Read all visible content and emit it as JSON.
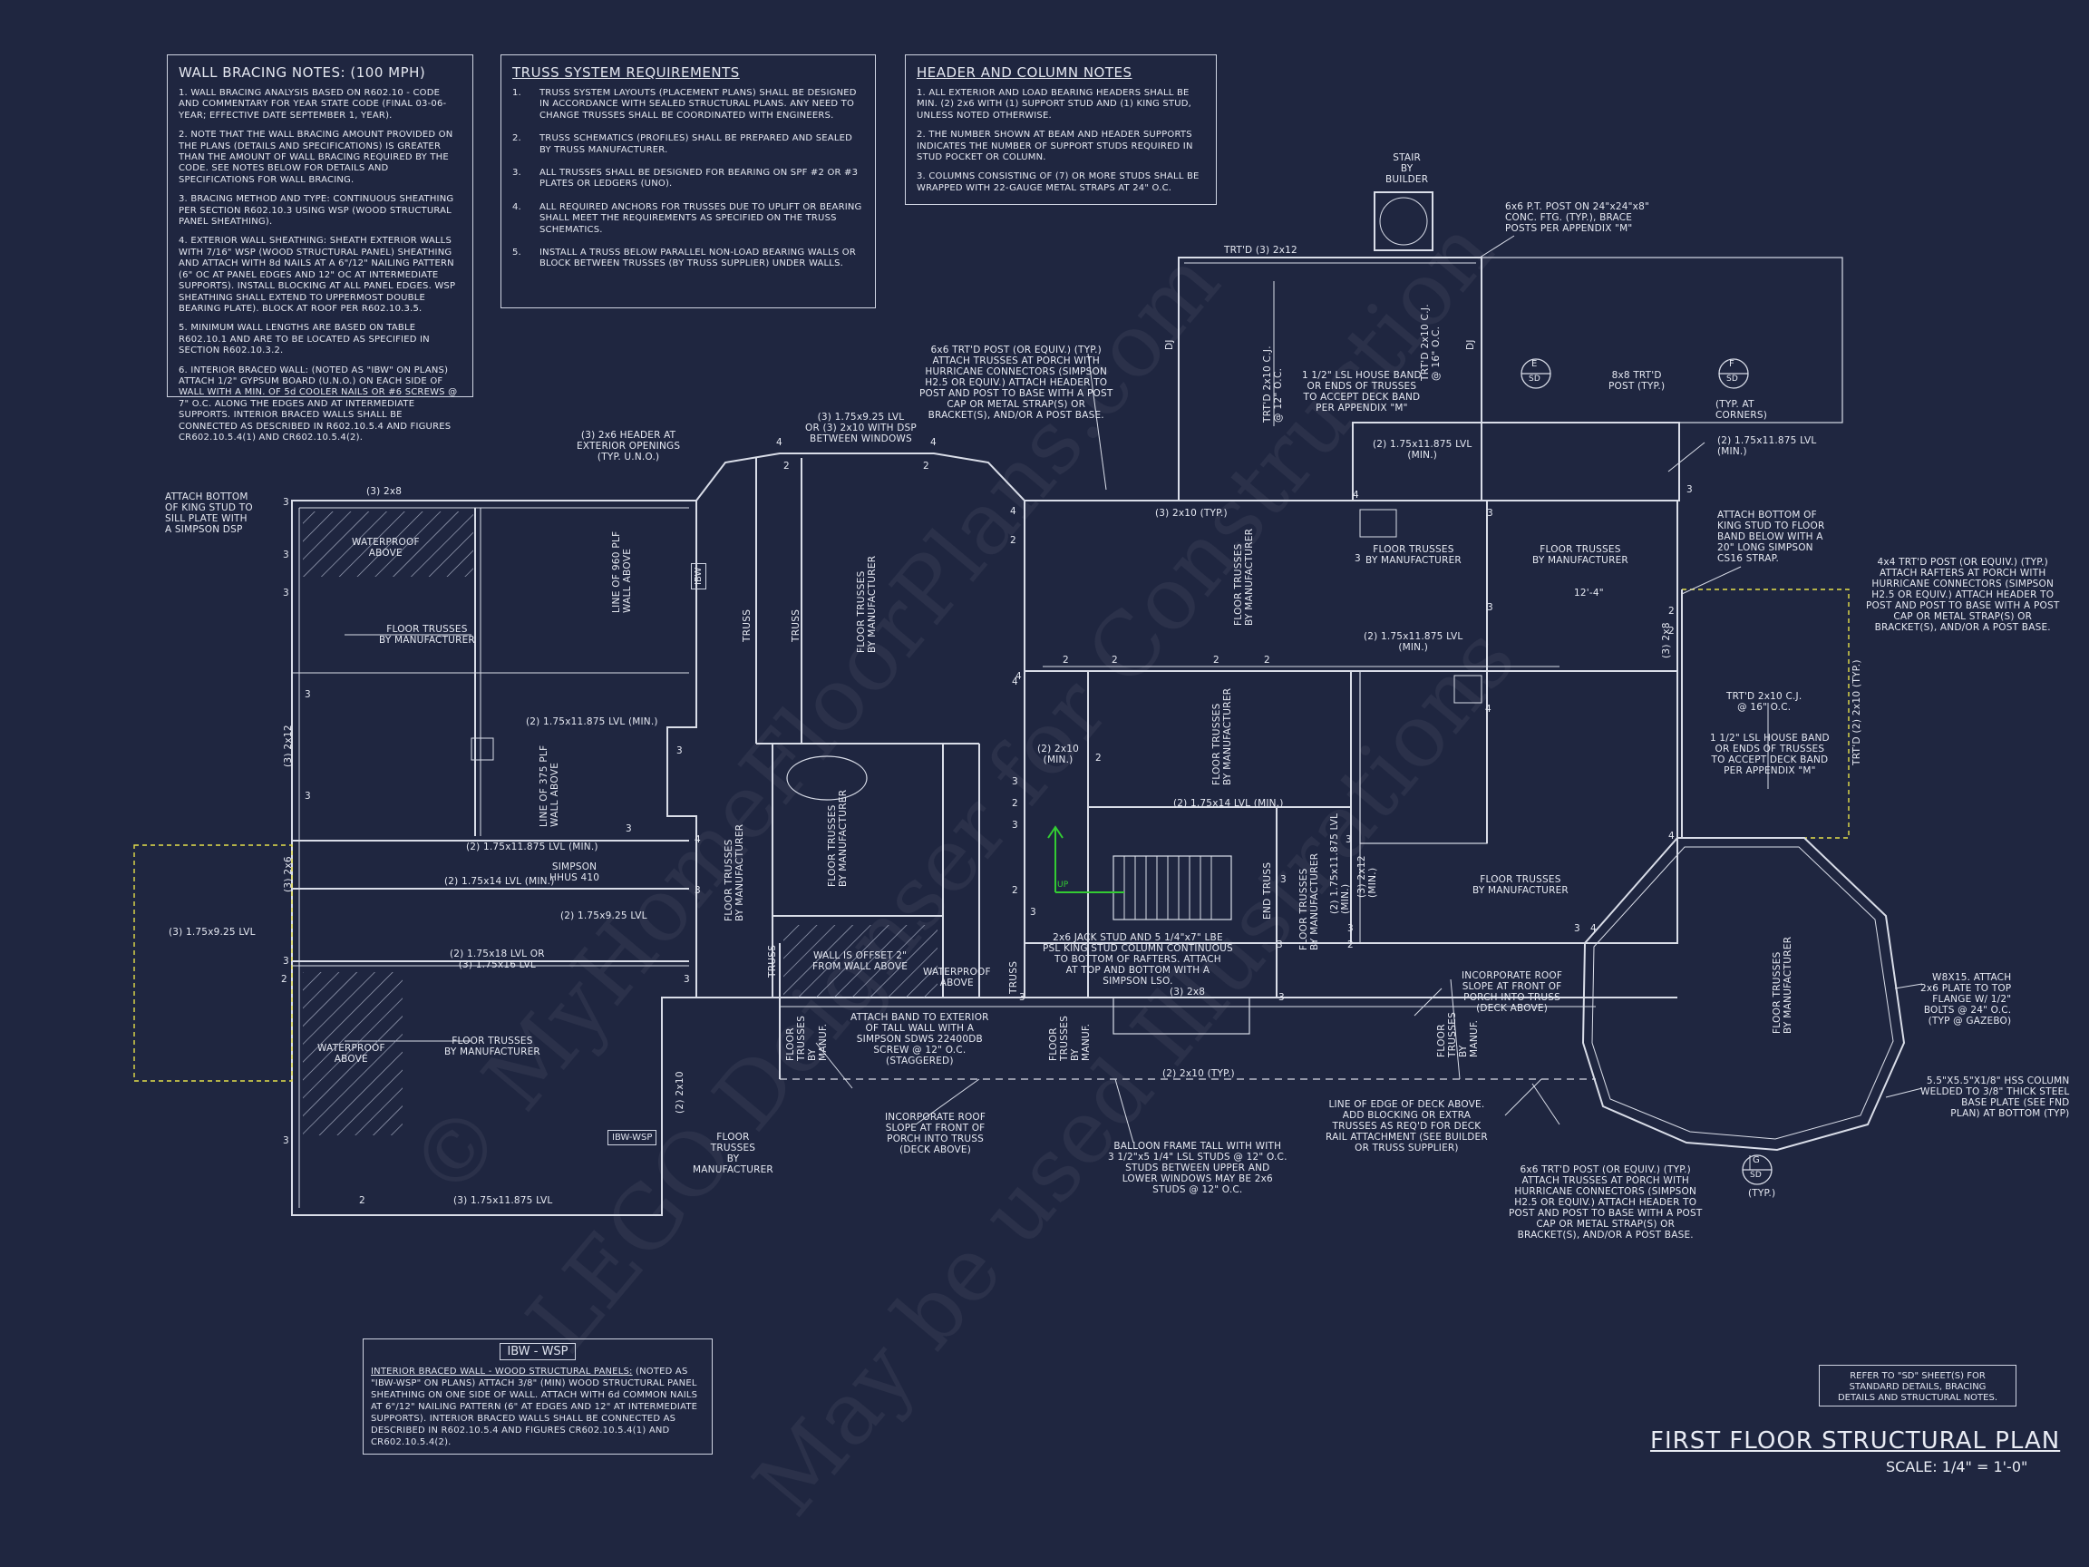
{
  "watermark": {
    "line1": "© MyHomeFloorPlans.com",
    "line2": "LEGO Deignser for Construction",
    "line3": "May be used Illustrations"
  },
  "notes": {
    "wall_bracing": {
      "title": "WALL BRACING NOTES: (100 MPH)",
      "items": [
        "1. WALL BRACING ANALYSIS BASED ON R602.10 - CODE AND COMMENTARY FOR YEAR STATE CODE (FINAL 03-06-YEAR; EFFECTIVE DATE SEPTEMBER 1, YEAR).",
        "2. NOTE THAT THE WALL BRACING AMOUNT PROVIDED ON THE PLANS (DETAILS AND SPECIFICATIONS) IS GREATER THAN THE AMOUNT OF WALL BRACING REQUIRED BY THE CODE. SEE NOTES BELOW FOR DETAILS AND SPECIFICATIONS FOR WALL BRACING.",
        "3. BRACING METHOD AND TYPE: CONTINUOUS SHEATHING PER SECTION R602.10.3 USING WSP (WOOD STRUCTURAL PANEL SHEATHING).",
        "4. EXTERIOR WALL SHEATHING: SHEATH EXTERIOR WALLS WITH 7/16\" WSP (WOOD STRUCTURAL PANEL) SHEATHING AND ATTACH WITH 8d NAILS AT A 6\"/12\" NAILING PATTERN (6\" OC AT PANEL EDGES AND 12\" OC AT INTERMEDIATE SUPPORTS). INSTALL BLOCKING AT ALL PANEL EDGES. WSP SHEATHING SHALL EXTEND TO UPPERMOST DOUBLE BEARING PLATE). BLOCK AT ROOF PER R602.10.3.5.",
        "5. MINIMUM WALL LENGTHS ARE BASED ON TABLE R602.10.1 AND ARE TO BE LOCATED AS SPECIFIED IN SECTION R602.10.3.2.",
        "6. INTERIOR BRACED WALL: (NOTED AS \"IBW\" ON PLANS) ATTACH 1/2\" GYPSUM BOARD (U.N.O.) ON EACH SIDE OF WALL WITH A MIN. OF 5d COOLER NAILS OR #6 SCREWS @ 7\" O.C. ALONG THE EDGES AND AT INTERMEDIATE SUPPORTS. INTERIOR BRACED WALLS SHALL BE CONNECTED AS DESCRIBED IN R602.10.5.4 AND FIGURES CR602.10.5.4(1) AND CR602.10.5.4(2)."
      ]
    },
    "truss": {
      "title": "TRUSS SYSTEM REQUIREMENTS",
      "items": [
        {
          "n": "1.",
          "t": "TRUSS SYSTEM LAYOUTS (PLACEMENT PLANS) SHALL BE DESIGNED IN ACCORDANCE WITH SEALED STRUCTURAL PLANS. ANY NEED TO CHANGE TRUSSES SHALL BE COORDINATED WITH ENGINEERS."
        },
        {
          "n": "2.",
          "t": "TRUSS SCHEMATICS (PROFILES) SHALL BE PREPARED AND SEALED BY TRUSS MANUFACTURER."
        },
        {
          "n": "3.",
          "t": "ALL TRUSSES SHALL BE DESIGNED FOR BEARING ON SPF #2 OR #3 PLATES OR LEDGERS (UNO)."
        },
        {
          "n": "4.",
          "t": "ALL REQUIRED ANCHORS FOR TRUSSES DUE TO UPLIFT OR BEARING SHALL MEET THE REQUIREMENTS AS SPECIFIED ON THE TRUSS SCHEMATICS."
        },
        {
          "n": "5.",
          "t": "INSTALL A TRUSS BELOW PARALLEL NON-LOAD BEARING WALLS OR BLOCK BETWEEN TRUSSES (BY TRUSS SUPPLIER) UNDER WALLS."
        }
      ]
    },
    "header": {
      "title": "HEADER AND COLUMN NOTES",
      "items": [
        "1. ALL EXTERIOR AND LOAD BEARING HEADERS SHALL BE MIN. (2) 2x6 WITH (1) SUPPORT STUD AND (1) KING STUD, UNLESS NOTED OTHERWISE.",
        "2. THE NUMBER SHOWN AT BEAM AND HEADER SUPPORTS INDICATES THE NUMBER OF SUPPORT STUDS REQUIRED IN STUD POCKET OR COLUMN.",
        "3. COLUMNS CONSISTING OF (7) OR MORE STUDS SHALL BE WRAPPED WITH 22-GAUGE METAL STRAPS AT 24\" O.C."
      ]
    },
    "ibw": {
      "tag": "IBW - WSP",
      "lead": "INTERIOR BRACED WALL - WOOD STRUCTURAL PANELS:",
      "body": " (NOTED AS \"IBW-WSP\" ON PLANS) ATTACH 3/8\" (MIN) WOOD STRUCTURAL PANEL SHEATHING ON ONE SIDE OF WALL. ATTACH WITH 6d COMMON NAILS AT 6\"/12\" NAILING PATTERN (6\" AT EDGES AND 12\" AT INTERMEDIATE SUPPORTS). INTERIOR BRACED WALLS SHALL BE CONNECTED AS DESCRIBED IN R602.10.5.4 AND FIGURES CR602.10.5.4(1) AND CR602.10.5.4(2)."
    },
    "reference": "REFER TO \"SD\" SHEET(S) FOR\nSTANDARD DETAILS, BRACING\nDETAILS AND STRUCTURAL NOTES."
  },
  "title_block": {
    "title": "FIRST FLOOR STRUCTURAL PLAN",
    "scale": "SCALE: 1/4\" = 1'-0\""
  },
  "callouts": {
    "attach_bottom_left": "ATTACH BOTTOM\nOF KING STUD TO\nSILL PLATE WITH\nA SIMPSON DSP",
    "header_ext": "(3) 2x6 HEADER AT\nEXTERIOR OPENINGS\n(TYP. U.N.O.)",
    "lvl_top_center": "(3) 1.75x9.25 LVL\nOR (3) 2x10 WITH DSP\nBETWEEN WINDOWS",
    "post_6x6_top": "6x6 TRT'D POST (OR EQUIV.) (TYP.)\nATTACH TRUSSES AT PORCH WITH\nHURRICANE CONNECTORS (SIMPSON\nH2.5 OR EQUIV.) ATTACH HEADER TO\nPOST AND POST TO BASE WITH A POST\nCAP OR METAL STRAP(S) OR\nBRACKET(S), AND/OR A POST BASE.",
    "stair_builder": "STAIR\nBY\nBUILDER",
    "pt_post": "6x6 P.T. POST ON 24\"x24\"x8\"\nCONC. FTG. (TYP.), BRACE\nPOSTS PER APPENDIX \"M\"",
    "trtd_3_2x12": "TRT'D (3) 2x12",
    "lsl_band_top": "1 1/2\" LSL HOUSE BAND\nOR ENDS OF TRUSSES\nTO ACCEPT DECK BAND\nPER APPENDIX \"M\"",
    "post_8x8": "8x8 TRT'D\nPOST (TYP.)",
    "typ_corners": "(TYP. AT\nCORNERS)",
    "lvl_2_175_right": "(2) 1.75x11.875 LVL\n(MIN.)",
    "attach_bottom_right": "ATTACH BOTTOM OF\nKING STUD TO FLOOR\nBAND BELOW WITH A\n20\" LONG SIMPSON\nCS16 STRAP.",
    "post_4x4": "4x4 TRT'D POST (OR EQUIV.) (TYP.)\nATTACH RAFTERS AT PORCH WITH\nHURRICANE CONNECTORS (SIMPSON\nH2.5 OR EQUIV.) ATTACH HEADER TO\nPOST AND POST TO BASE WITH A POST\nCAP OR METAL STRAP(S) OR\nBRACKET(S), AND/OR A POST BASE.",
    "trtd_2x10_cj": "TRT'D 2x10 C.J.\n@ 16\" O.C.",
    "lsl_band_right": "1 1/2\" LSL HOUSE BAND\nOR ENDS OF TRUSSES\nTO ACCEPT DECK BAND\nPER APPENDIX \"M\"",
    "w8x15": "W8X15. ATTACH\n2x6 PLATE TO TOP\nFLANGE W/ 1/2\"\nBOLTS @ 24\" O.C.\n(TYP @ GAZEBO)",
    "hss_column": "5.5\"X5.5\"X1/8\" HSS COLUMN\nWELDED TO 3/8\" THICK STEEL\nBASE PLATE (SEE FND\nPLAN) AT BOTTOM (TYP)",
    "post_6x6_bottom": "6x6 TRT'D POST (OR EQUIV.) (TYP.)\nATTACH TRUSSES AT PORCH WITH\nHURRICANE CONNECTORS (SIMPSON\nH2.5 OR EQUIV.) ATTACH HEADER TO\nPOST AND POST TO BASE WITH A POST\nCAP OR METAL STRAP(S) OR\nBRACKET(S), AND/OR A POST BASE.",
    "line_deck": "LINE OF EDGE OF DECK ABOVE.\nADD BLOCKING OR EXTRA\nTRUSSES AS REQ'D FOR DECK\nRAIL ATTACHMENT (SEE BUILDER\nOR TRUSS SUPPLIER)",
    "incorporate_right": "INCORPORATE ROOF\nSLOPE AT FRONT OF\nPORCH INTO TRUSS\n(DECK ABOVE)",
    "balloon": "BALLOON FRAME TALL WITH WITH\n3 1/2\"x5 1/4\" LSL STUDS @ 12\" O.C.\nSTUDS BETWEEN UPPER AND\nLOWER WINDOWS MAY BE 2x6\nSTUDS @ 12\" O.C.",
    "incorporate_center": "INCORPORATE ROOF\nSLOPE AT FRONT OF\nPORCH INTO TRUSS\n(DECK ABOVE)",
    "attach_band": "ATTACH BAND TO EXTERIOR\nOF TALL WALL WITH A\nSIMPSON SDWS 22400DB\nSCREW @ 12\" O.C.\n(STAGGERED)",
    "jack_stud": "2x6 JACK STUD AND 5 1/4\"x7\" LBE\nPSL KING STUD COLUMN CONTINUOUS\nTO BOTTOM OF RAFTERS. ATTACH\nAT TOP AND BOTTOM WITH A\nSIMPSON LSO.",
    "wall_offset": "WALL IS OFFSET 2\"\nFROM WALL ABOVE",
    "waterproof_center": "WATERPROOF\nABOVE",
    "waterproof_tl": "WATERPROOF\nABOVE",
    "waterproof_bl": "WATERPROOF\nABOVE",
    "floor_trusses_1": "FLOOR TRUSSES\nBY MANUFACTURER",
    "floor_trusses_2": "FLOOR TRUSSES\nBY MANUFACTURER",
    "floor_trusses_3": "FLOOR TRUSSES\nBY MANUFACTURER",
    "floor_trusses_4": "FLOOR TRUSSES\nBY MANUFACTURER",
    "floor_trusses_5": "FLOOR TRUSSES\nBY MANUFACTURER",
    "floor_trusses_6": "FLOOR\nTRUSSES\nBY\nMANUFACTURER",
    "lvl_min_1": "(2) 1.75x11.875 LVL (MIN.)",
    "lvl_min_2": "(2) 1.75x11.875 LVL (MIN.)",
    "lvl_14": "(2) 1.75x14 LVL (MIN.)",
    "lvl_14_center": "(2) 1.75x14 LVL (MIN.)",
    "lvl_18": "(2) 1.75x18 LVL OR\n(3) 1.75x16 LVL",
    "lvl_925": "(2) 1.75x9.25 LVL",
    "lvl_925_left": "(3) 1.75x9.25 LVL",
    "simpson_hhus": "SIMPSON\nHHUS 410",
    "lvl_bottom": "(3) 1.75x11.875 LVL",
    "x2x8_top": "(3) 2x8",
    "x2x10_typ": "(3) 2x10 (TYP.)",
    "x2x10_typ_bottom": "(2) 2x10 (TYP.)",
    "x2x10_min": "(2) 2x10\n(MIN.)",
    "x2x8_center": "(3) 2x8",
    "lvl_right_mid": "(2) 1.75x11.875 LVL\n(MIN.)",
    "dim_12_4": "12'-4\"",
    "sd_e": "E",
    "sd_f": "F",
    "sd_g": "G",
    "sd": "SD",
    "sd_typ": "(TYP.)",
    "up": "UP",
    "ibw_tag": "IBW",
    "ibw_wsp_tag": "IBW-WSP"
  },
  "vertical_labels": {
    "truss_a": "TRUSS",
    "truss_b": "TRUSS",
    "floor_trusses_v1": "FLOOR TRUSSES\nBY MANUFACTURER",
    "floor_trusses_v2": "FLOOR TRUSSES\nBY MANUFACTURER",
    "floor_trusses_v3": "FLOOR TRUSSES\nBY MANUFACTURER",
    "floor_trusses_v4": "FLOOR TRUSSES\nBY MANUFACTURER",
    "floor_trusses_v5": "FLOOR TRUSSES\nBY MANUFACTURER",
    "floor_trusses_v6": "FLOOR TRUSSES\nBY MANUFACTURER",
    "floor_trusses_v7": "FLOOR TRUSSES\nBY MANUFACTURER",
    "line_plf_1": "LINE OF 960 PLF\nWALL ABOVE",
    "line_plf_2": "LINE OF 375 PLF\nWALL ABOVE",
    "trtd_cj_a": "TRT'D 2x10 C.J.\n@ 12\" O.C.",
    "trtd_cj_b": "TRT'D 2x10 C.J.\n@ 16\" O.C.",
    "trtd_right": "TRT'D (2) 2x10 (TYP.)",
    "lvl_v1": "(2) 1.75x11.875 LVL\n(MIN.)",
    "lvl_v2": "(3) 2x12\n(MIN.)",
    "x2x12_left": "(3) 2x12",
    "x2x6_left": "(3) 2x6",
    "x2x6_right": "(3) 2x8",
    "end_truss": "END TRUSS",
    "dj_a": "DJ",
    "dj_b": "DJ",
    "x2x10_v": "(2) 2x10",
    "floor_trusses_bymanuf_a": "FLOOR\nTRUSSES\nBY\nMANUF.",
    "floor_trusses_bymanuf_b": "FLOOR\nTRUSSES\nBY\nMANUF.",
    "floor_trusses_bymanuf_c": "FLOOR\nTRUSSES\nBY\nMANUF.",
    "truss_c": "TRUSS",
    "truss_d": "TRUSS"
  },
  "stud_counts": [
    "3",
    "3",
    "3",
    "3",
    "3",
    "3",
    "2",
    "3",
    "2",
    "3",
    "3",
    "3",
    "4",
    "4",
    "2",
    "2",
    "4",
    "4",
    "2",
    "2",
    "2",
    "2",
    "2",
    "4",
    "3",
    "3",
    "2",
    "2",
    "3",
    "3",
    "3",
    "3",
    "3",
    "2",
    "4",
    "3",
    "3",
    "4",
    "3",
    "4",
    "3",
    "3",
    "4",
    "4",
    "2",
    "2",
    "2",
    "3",
    "3",
    "3"
  ],
  "colors": {
    "background": "#1f2640",
    "linework": "#d9dde8",
    "hatch": "#aab1c6",
    "highlight": "#e6e04a",
    "arrow": "#33cc33"
  }
}
